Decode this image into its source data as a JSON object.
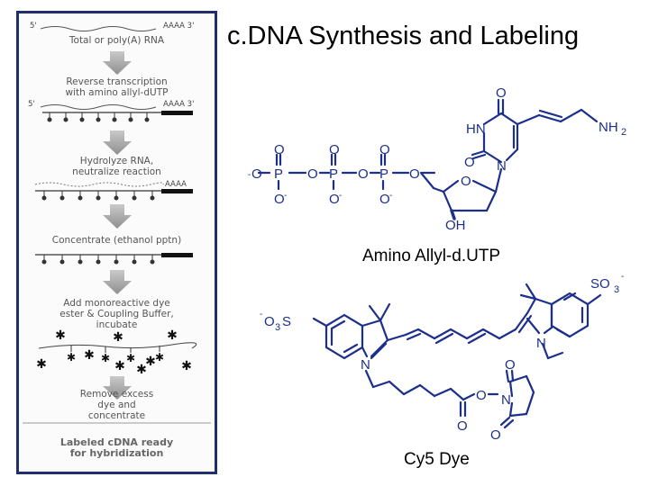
{
  "title": "c.DNA Synthesis and Labeling",
  "flowchart": {
    "rna_5prime": "5'",
    "rna_3prime": "AAAA 3'",
    "steps": [
      "Total or poly(A) RNA",
      "Reverse transcription with amino allyl-dUTP",
      "Hydrolyze RNA, neutralize reaction",
      "Concentrate (ethanol pptn)",
      "Add monoreactive dye ester & Coupling Buffer, incubate",
      "Remove excess dye and concentrate"
    ],
    "rt_5prime": "5'",
    "rt_3prime": "AAAA 3'",
    "hydrolyze_tail": "AAAA",
    "final": "Labeled cDNA ready for hybridization"
  },
  "amino_allyl": {
    "label": "Amino Allyl-d.UTP",
    "atoms": {
      "o_top": "O",
      "hn": "HN",
      "nh2": "NH",
      "nh2_sub": "2",
      "o_ring": "O",
      "n_ring": "N",
      "o_sugar": "O",
      "oh": "OH",
      "o_links": [
        "O",
        "O",
        "O"
      ],
      "p": [
        "P",
        "P",
        "P"
      ],
      "o_dbl": [
        "O",
        "O",
        "O"
      ],
      "o_neg": [
        "O",
        "O",
        "O"
      ],
      "o_term": "O",
      "neg": "-"
    }
  },
  "cy5": {
    "label": "Cy5 Dye",
    "atoms": {
      "so3_right": "SO",
      "so3_left": "O",
      "so3_left_s": "S",
      "sub3": "3",
      "neg": "-",
      "n_left": "N",
      "n_right": "N",
      "ester_o": "O",
      "ester_dbl_o": "O",
      "nhs_o": "O",
      "nhs_n": "N",
      "nhs_o_top": "O",
      "nhs_o_bottom": "O"
    }
  }
}
